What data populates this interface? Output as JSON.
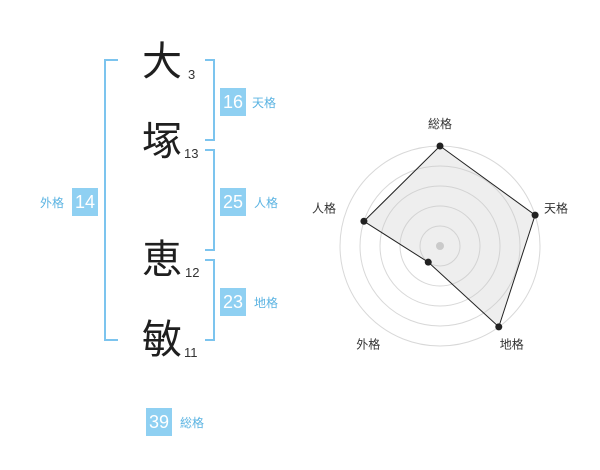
{
  "name": {
    "chars": [
      {
        "char": "大",
        "strokes": "3"
      },
      {
        "char": "塚",
        "strokes": "13"
      },
      {
        "char": "恵",
        "strokes": "12"
      },
      {
        "char": "敏",
        "strokes": "11"
      }
    ]
  },
  "fortunes": {
    "ten": {
      "value": "16",
      "label": "天格"
    },
    "jin": {
      "value": "25",
      "label": "人格"
    },
    "chi": {
      "value": "23",
      "label": "地格"
    },
    "gai": {
      "value": "14",
      "label": "外格"
    },
    "sou": {
      "value": "39",
      "label": "総格"
    }
  },
  "colors": {
    "accent": "#8fd0f2",
    "accent_text": "#5ab3e2",
    "bracket": "#7cc4ee"
  },
  "chart_data": {
    "type": "radar",
    "axes": [
      "総格",
      "天格",
      "地格",
      "外格",
      "人格"
    ],
    "levels": 5,
    "values": [
      5,
      5,
      5,
      1,
      4
    ],
    "max": 5,
    "grid": true
  }
}
